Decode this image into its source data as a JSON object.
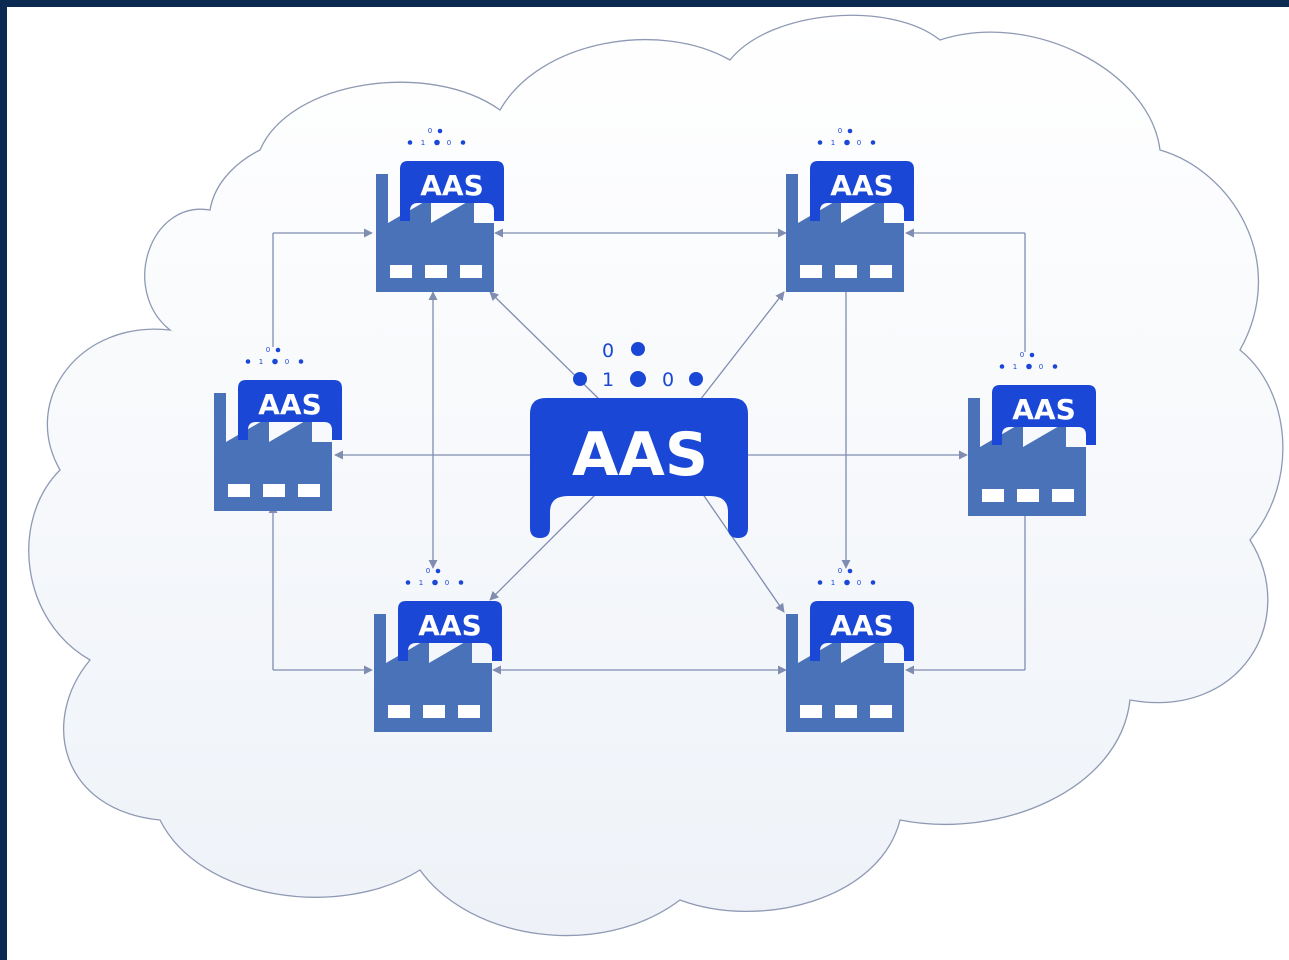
{
  "colors": {
    "frame": "#0b2a52",
    "cloud_fill_top": "#ffffff",
    "cloud_fill_bottom": "#eef2f8",
    "cloud_stroke": "#8e99b3",
    "connector": "#7f8db0",
    "factory": "#4a72b8",
    "tag": "#1a47d6",
    "tag_text": "#ffffff"
  },
  "central_node": {
    "label": "AAS",
    "bits": [
      "0",
      "1",
      "0"
    ]
  },
  "nodes": [
    {
      "id": "top-left",
      "label": "AAS",
      "bits": [
        "0",
        "1",
        "0"
      ]
    },
    {
      "id": "top-right",
      "label": "AAS",
      "bits": [
        "0",
        "1",
        "0"
      ]
    },
    {
      "id": "mid-left",
      "label": "AAS",
      "bits": [
        "0",
        "1",
        "0"
      ]
    },
    {
      "id": "mid-right",
      "label": "AAS",
      "bits": [
        "0",
        "1",
        "0"
      ]
    },
    {
      "id": "bottom-left",
      "label": "AAS",
      "bits": [
        "0",
        "1",
        "0"
      ]
    },
    {
      "id": "bottom-right",
      "label": "AAS",
      "bits": [
        "0",
        "1",
        "0"
      ]
    }
  ],
  "icons": {
    "factory": "factory-icon",
    "tag": "aas-tag-icon",
    "cloud": "cloud-icon"
  }
}
